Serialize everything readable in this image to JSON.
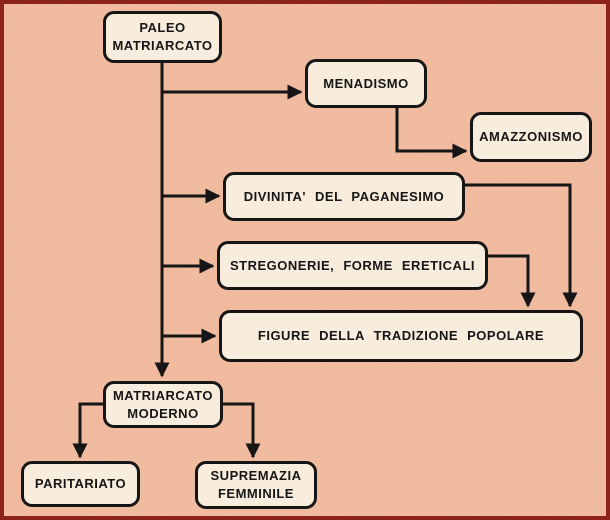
{
  "diagram": {
    "type": "flowchart",
    "language": "it",
    "colors": {
      "background": "#f2bb9e",
      "frame_border": "#8b1e15",
      "node_fill": "#f8ecdc",
      "node_border": "#161616",
      "text": "#161616",
      "arrow": "#161616"
    },
    "nodes": [
      {
        "id": "paleo-matriarcato",
        "label": "PALEO\nMATRIARCATO"
      },
      {
        "id": "menadismo",
        "label": "MENADISMO"
      },
      {
        "id": "amazzonismo",
        "label": "AMAZZONISMO"
      },
      {
        "id": "divinita-del-paganesimo",
        "label": "DIVINITA' DEL PAGANESIMO"
      },
      {
        "id": "stregonerie-forme-ereticali",
        "label": "STREGONERIE, FORME ERETICALI"
      },
      {
        "id": "figure-della-tradizione-popolare",
        "label": "FIGURE DELLA TRADIZIONE POPOLARE"
      },
      {
        "id": "matriarcato-moderno",
        "label": "MATRIARCATO\nMODERNO"
      },
      {
        "id": "paritariato",
        "label": "PARITARIATO"
      },
      {
        "id": "supremazia-femminile",
        "label": "SUPREMAZIA\nFEMMINILE"
      }
    ],
    "edges": [
      {
        "from": "paleo-matriarcato",
        "to": "menadismo"
      },
      {
        "from": "menadismo",
        "to": "amazzonismo"
      },
      {
        "from": "paleo-matriarcato",
        "to": "divinita-del-paganesimo"
      },
      {
        "from": "paleo-matriarcato",
        "to": "stregonerie-forme-ereticali"
      },
      {
        "from": "paleo-matriarcato",
        "to": "figure-della-tradizione-popolare"
      },
      {
        "from": "divinita-del-paganesimo",
        "to": "figure-della-tradizione-popolare"
      },
      {
        "from": "stregonerie-forme-ereticali",
        "to": "figure-della-tradizione-popolare"
      },
      {
        "from": "paleo-matriarcato",
        "to": "matriarcato-moderno"
      },
      {
        "from": "matriarcato-moderno",
        "to": "paritariato"
      },
      {
        "from": "matriarcato-moderno",
        "to": "supremazia-femminile"
      }
    ]
  }
}
